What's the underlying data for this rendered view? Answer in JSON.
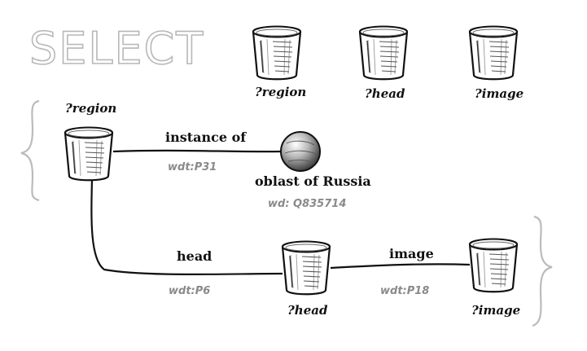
{
  "header": {
    "keyword": "SELECT",
    "projection": [
      "?region",
      "?head",
      "?image"
    ]
  },
  "nodes": {
    "region": "?region",
    "class_label": "oblast of Russia",
    "class_id": "wd: Q835714",
    "head": "?head",
    "image": "?image"
  },
  "edges": {
    "instance_of": {
      "label": "instance of",
      "prop": "wdt:P31"
    },
    "head": {
      "label": "head",
      "prop": "wdt:P6"
    },
    "image": {
      "label": "image",
      "prop": "wdt:P18"
    }
  },
  "icons": {
    "variable": "bucket-icon",
    "entity": "sphere-icon",
    "grouping": "brace-icon"
  }
}
